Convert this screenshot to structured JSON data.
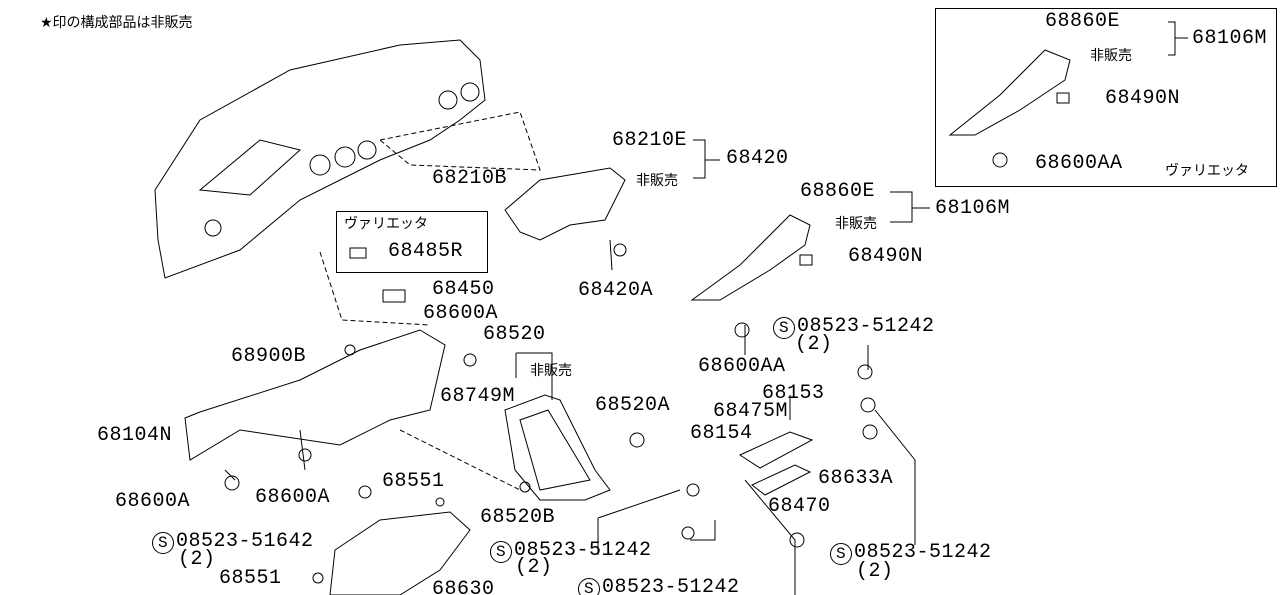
{
  "note": "★印の構成部品は非販売",
  "variant_label": "ヴァリエッタ",
  "not_sold": "非販売",
  "screw_symbol": "S",
  "inset": {
    "parts": [
      "68860E",
      "68106M",
      "68490N",
      "68600AA"
    ],
    "variant": "ヴァリエッタ"
  },
  "parts": {
    "p68210E": "68210E",
    "p68420": "68420",
    "p68210B": "68210B",
    "p68420A": "68420A",
    "p68860E": "68860E",
    "p68106M": "68106M",
    "p68490N": "68490N",
    "p68485R": "68485R",
    "p68450": "68450",
    "p68600A_1": "68600A",
    "p68520": "68520",
    "p68900B": "68900B",
    "p68749M": "68749M",
    "p68520A": "68520A",
    "p68600AA": "68600AA",
    "p08523_a": "08523-51242",
    "qty_a": "(2)",
    "p68153": "68153",
    "p68475M": "68475M",
    "p68154": "68154",
    "p68633A": "68633A",
    "p68470": "68470",
    "p68104N": "68104N",
    "p68600A_2": "68600A",
    "p68600A_3": "68600A",
    "p68551_1": "68551",
    "p08523_b": "08523-51642",
    "qty_b": "(2)",
    "p68551_2": "68551",
    "p68630": "68630",
    "p68520B": "68520B",
    "p08523_c": "08523-51242",
    "qty_c": "(2)",
    "p08523_d": "08523-51242",
    "p08523_e": "08523-51242",
    "qty_e": "(2)"
  }
}
